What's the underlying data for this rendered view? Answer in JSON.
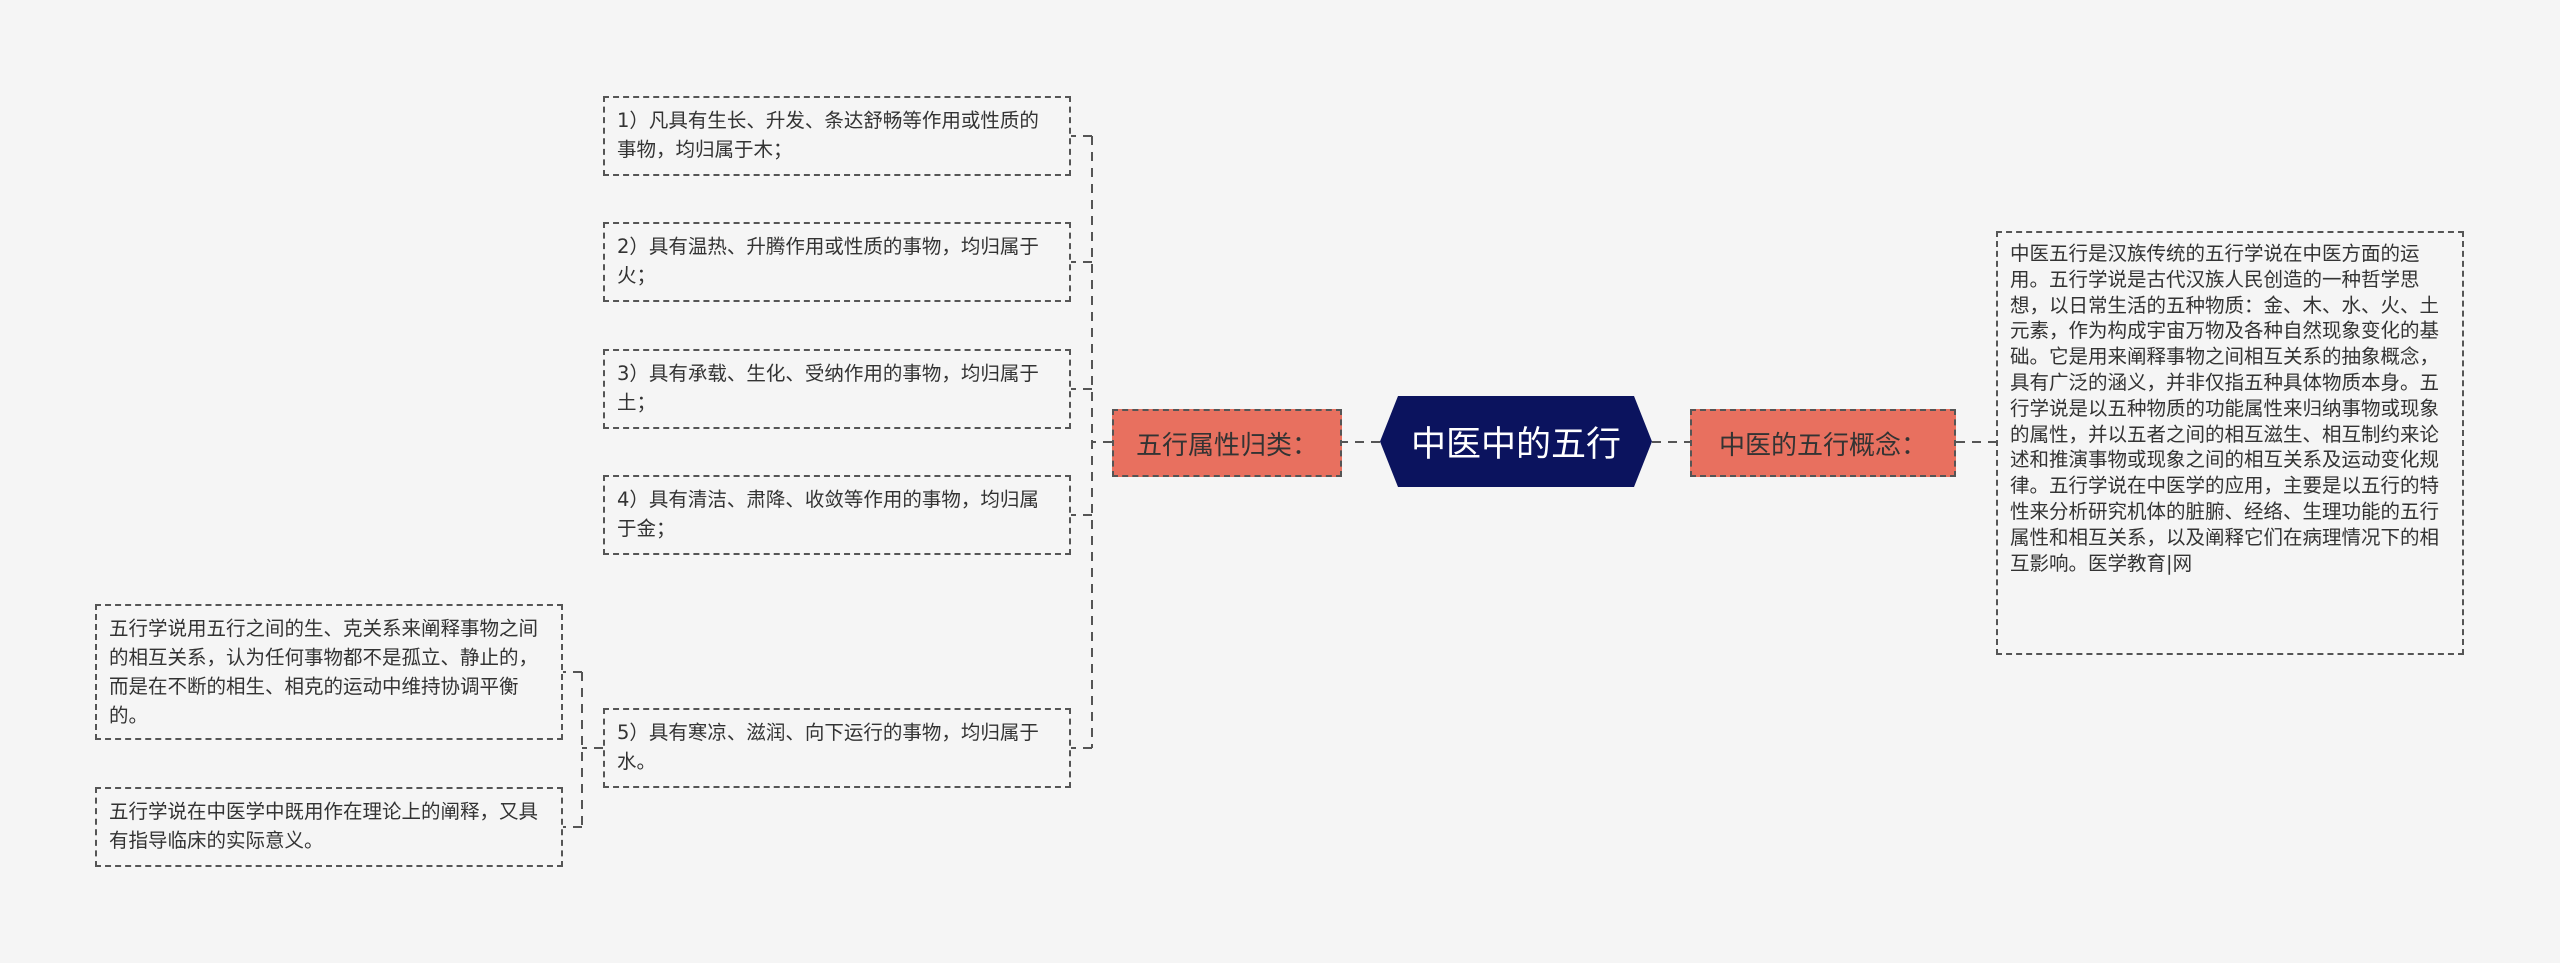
{
  "colors": {
    "background": "#f5f5f5",
    "center_fill": "#0b135e",
    "branch_fill": "#e8705f",
    "border": "#555555",
    "text": "#333333"
  },
  "center": {
    "title": "中医中的五行"
  },
  "left_branch": {
    "title": "五行属性归类：",
    "items": [
      "1）凡具有生长、升发、条达舒畅等作用或性质的事物，均归属于木；",
      "2）具有温热、升腾作用或性质的事物，均归属于火；",
      "3）具有承载、生化、受纳作用的事物，均归属于土；",
      "4）具有清洁、肃降、收敛等作用的事物，均归属于金；",
      "5）具有寒凉、滋润、向下运行的事物，均归属于水。"
    ]
  },
  "far_left": {
    "items": [
      "五行学说用五行之间的生、克关系来阐释事物之间的相互关系，认为任何事物都不是孤立、静止的，而是在不断的相生、相克的运动中维持协调平衡的。",
      "五行学说在中医学中既用作在理论上的阐释，又具有指导临床的实际意义。"
    ]
  },
  "right_branch": {
    "title": "中医的五行概念：",
    "description": "中医五行是汉族传统的五行学说在中医方面的运用。五行学说是古代汉族人民创造的一种哲学思想，以日常生活的五种物质：金、木、水、火、土元素，作为构成宇宙万物及各种自然现象变化的基础。它是用来阐释事物之间相互关系的抽象概念，具有广泛的涵义，并非仅指五种具体物质本身。五行学说是以五种物质的功能属性来归纳事物或现象的属性，并以五者之间的相互滋生、相互制约来论述和推演事物或现象之间的相互关系及运动变化规律。五行学说在中医学的应用，主要是以五行的特性来分析研究机体的脏腑、经络、生理功能的五行属性和相互关系，以及阐释它们在病理情况下的相互影响。医学教育|网"
  }
}
